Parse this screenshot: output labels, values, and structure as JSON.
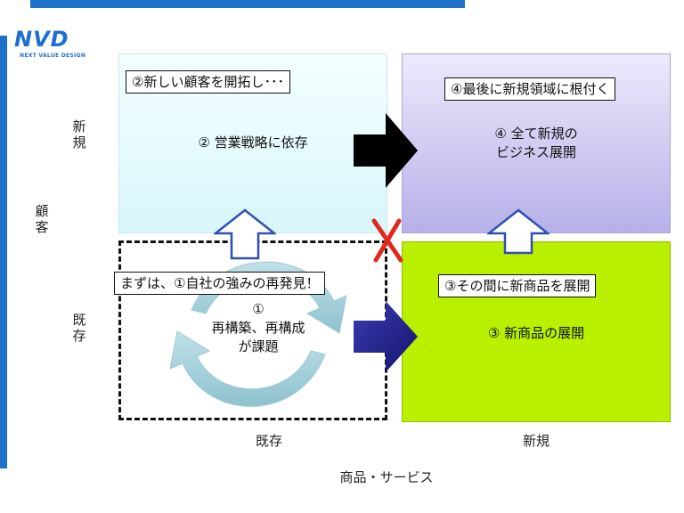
{
  "header": {
    "logo": "NVD",
    "logo_sub": "NEXT VALUE DESIGN"
  },
  "axes": {
    "y_title": "顧客",
    "y_new": "新規",
    "y_existing": "既存",
    "x_existing": "既存",
    "x_new": "新規",
    "x_title": "商品・サービス"
  },
  "quadrants": {
    "q1": {
      "line1": "①",
      "line2": "再構築、再構成",
      "line3": "が課題"
    },
    "q2": {
      "text": "② 営業戦略に依存"
    },
    "q3": {
      "text": "③ 新商品の展開"
    },
    "q4": {
      "line1": "④ 全て新規の",
      "line2": "ビジネス展開"
    }
  },
  "labels": {
    "q1_label": "まずは、①自社の強みの再発見！",
    "q2_label": "②新しい顧客を開拓し･･･",
    "q3_label": "③その間に新商品を展開",
    "q4_label": "④最後に新規領域に根付く"
  },
  "colors": {
    "accent": "#1e73c8",
    "q3_fill": "#b8f000",
    "q4_fill": "#b6b0e8",
    "arrow_dark_blue": "#1f1f8c",
    "cross_mark": "#e0281e"
  }
}
